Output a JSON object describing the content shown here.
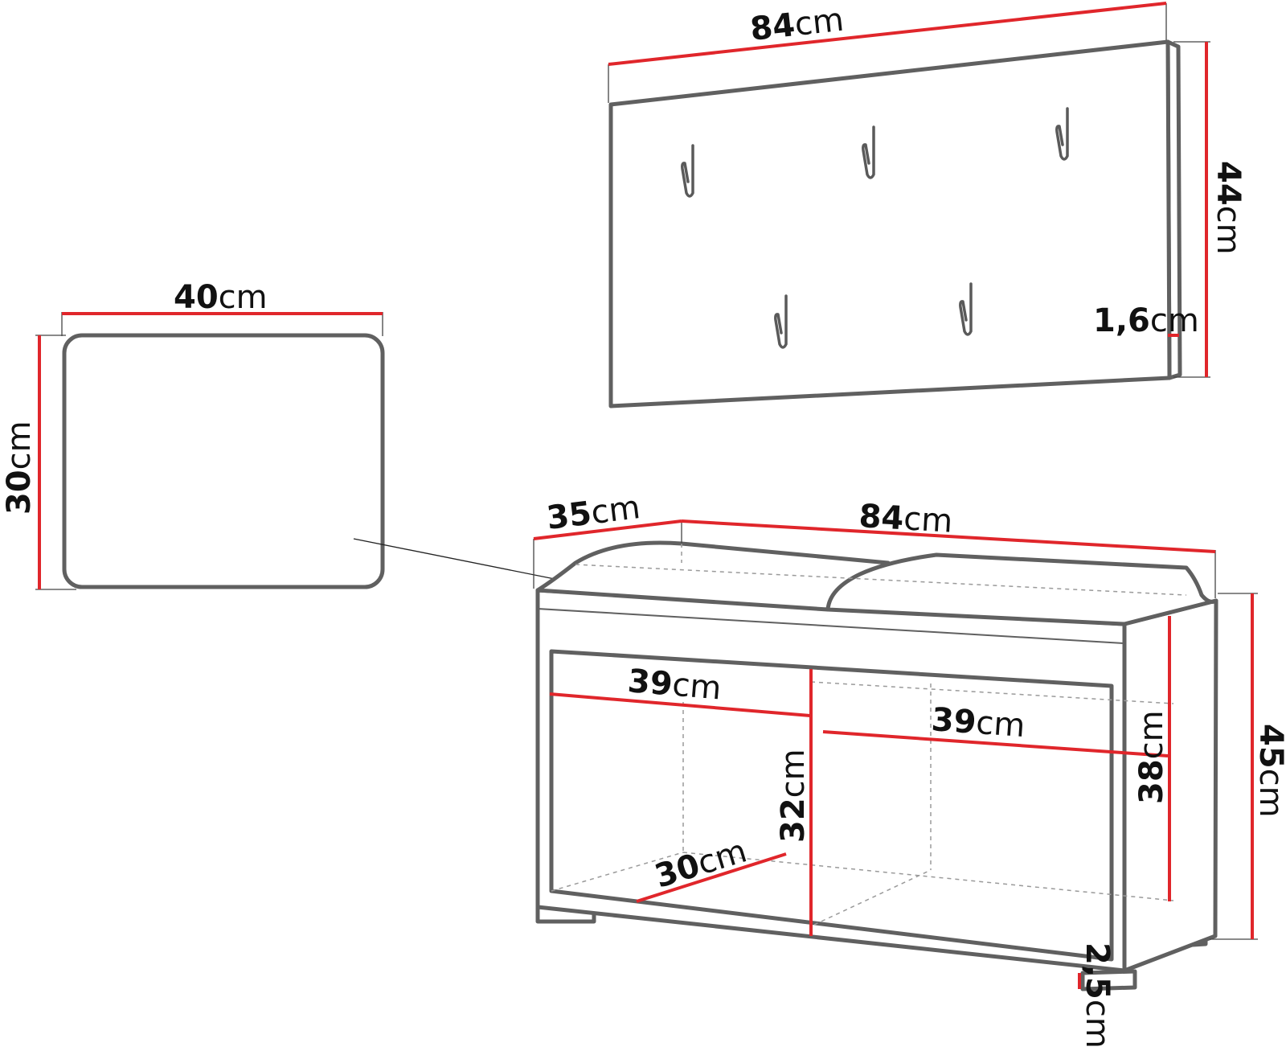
{
  "units": "cm",
  "panel": {
    "width": {
      "value": "84",
      "unit": "cm"
    },
    "height": {
      "value": "44",
      "unit": "cm"
    },
    "depth": {
      "value": "1,6",
      "unit": "cm"
    },
    "hooks": 5
  },
  "cushion": {
    "width": {
      "value": "40",
      "unit": "cm"
    },
    "height": {
      "value": "30",
      "unit": "cm"
    }
  },
  "bench": {
    "depth": {
      "value": "35",
      "unit": "cm"
    },
    "width": {
      "value": "84",
      "unit": "cm"
    },
    "left_compartment_width": {
      "value": "39",
      "unit": "cm"
    },
    "right_compartment_width": {
      "value": "39",
      "unit": "cm"
    },
    "compartment_height": {
      "value": "32",
      "unit": "cm"
    },
    "compartment_depth": {
      "value": "30",
      "unit": "cm"
    },
    "body_height": {
      "value": "38",
      "unit": "cm"
    },
    "total_height": {
      "value": "45",
      "unit": "cm"
    },
    "foot_height": {
      "value": "2,5",
      "unit": "cm"
    }
  },
  "colors": {
    "dimension": "#e0262b",
    "outline": "#606060",
    "text": "#111111"
  }
}
